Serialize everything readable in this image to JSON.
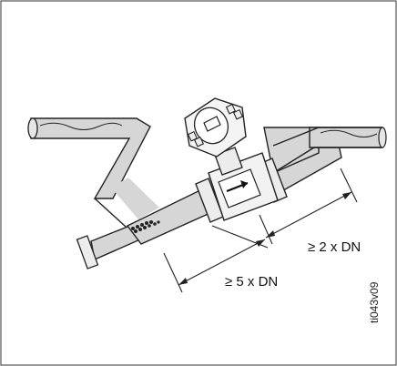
{
  "labels": {
    "downstream_distance": "≥ 2 x DN",
    "upstream_distance": "≥ 5 x DN",
    "figure_code": "ti043v09"
  },
  "colors": {
    "pipe_fill": "#d6d6d6",
    "outline": "#222222",
    "frame": "#555555"
  },
  "icons": {
    "flow_arrow": "right-arrow",
    "sediment": "deposit-dots"
  }
}
